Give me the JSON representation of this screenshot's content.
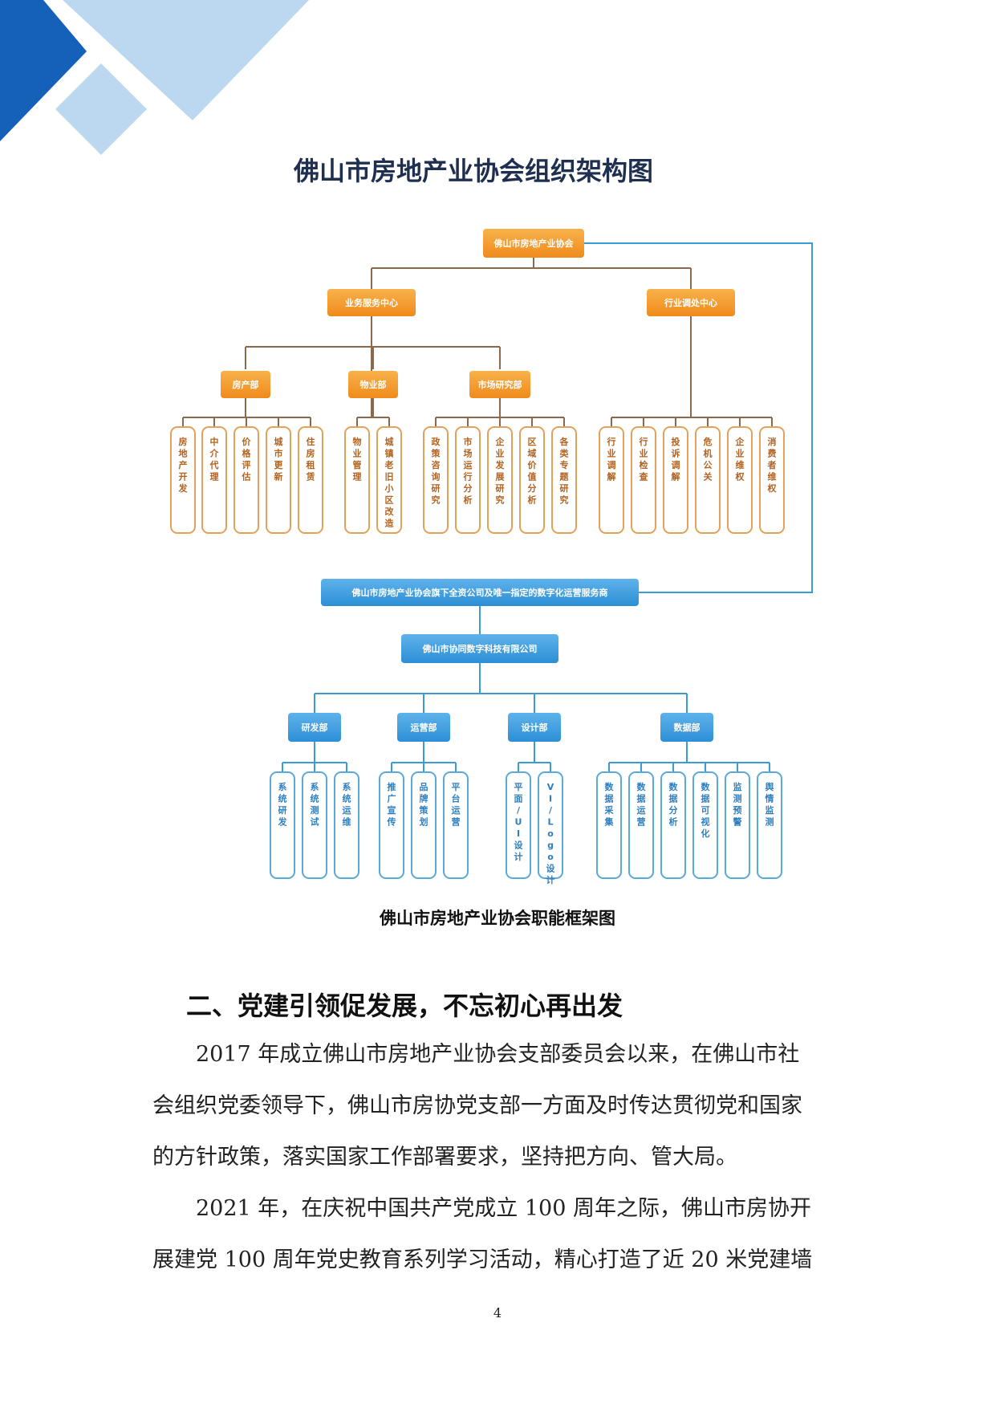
{
  "page": {
    "number": "4"
  },
  "colors": {
    "orange": "#f08a1c",
    "orange_light": "#f7b24a",
    "blue": "#2c8fd6",
    "blue_light": "#5fb2ea",
    "leaf_orange_border": "#e4a15a",
    "leaf_blue_border": "#5aa9d8",
    "deco_dark": "#1560b8",
    "deco_light": "#bcd7f0",
    "connector_blue": "#3a9bd5",
    "connector_brown": "#8a6a4a"
  },
  "chart_data": {
    "type": "org-chart",
    "title": "佛山市房地产业协会组织架构图",
    "root": "佛山市房地产业协会",
    "centers": [
      {
        "label": "业务服务中心",
        "departments": [
          {
            "label": "房产部",
            "items": [
              "房地产开发",
              "中介代理",
              "价格评估",
              "城市更新",
              "住房租赁"
            ]
          },
          {
            "label": "物业部",
            "items": [
              "物业管理",
              "城镇老旧小区改造"
            ]
          },
          {
            "label": "市场研究部",
            "items": [
              "政策咨询研究",
              "市场运行分析",
              "企业发展研究",
              "区域价值分析",
              "各类专题研究"
            ]
          }
        ]
      },
      {
        "label": "行业调处中心",
        "items": [
          "行业调解",
          "行业检查",
          "投诉调解",
          "危机公关",
          "企业维权",
          "消费者维权"
        ]
      }
    ],
    "service_provider": "佛山市房地产业协会旗下全资公司及唯一指定的数字化运营服务商",
    "company": {
      "label": "佛山市协同数字科技有限公司",
      "departments": [
        {
          "label": "研发部",
          "items": [
            "系统研发",
            "系统测试",
            "系统运维"
          ]
        },
        {
          "label": "运营部",
          "items": [
            "推广宣传",
            "品牌策划",
            "平台运营"
          ]
        },
        {
          "label": "设计部",
          "items": [
            "平面/UI设计",
            "VI/Logo设计"
          ]
        },
        {
          "label": "数据部",
          "items": [
            "数据采集",
            "数据运营",
            "数据分析",
            "数据可视化",
            "监测预警",
            "舆情监测"
          ]
        }
      ]
    }
  },
  "caption": "佛山市房地产业协会职能框架图",
  "section": {
    "heading": "二、党建引领促发展，不忘初心再出发",
    "paragraphs": [
      {
        "lines": [
          "2017 年成立佛山市房地产业协会支部委员会以来，在佛山市社",
          "会组织党委领导下，佛山市房协党支部一方面及时传达贯彻党和国家",
          "的方针政策，落实国家工作部署要求，坚持把方向、管大局。"
        ]
      },
      {
        "lines": [
          "2021 年，在庆祝中国共产党成立 100 周年之际，佛山市房协开",
          "展建党 100 周年党史教育系列学习活动，精心打造了近 20 米党建墙"
        ]
      }
    ]
  }
}
